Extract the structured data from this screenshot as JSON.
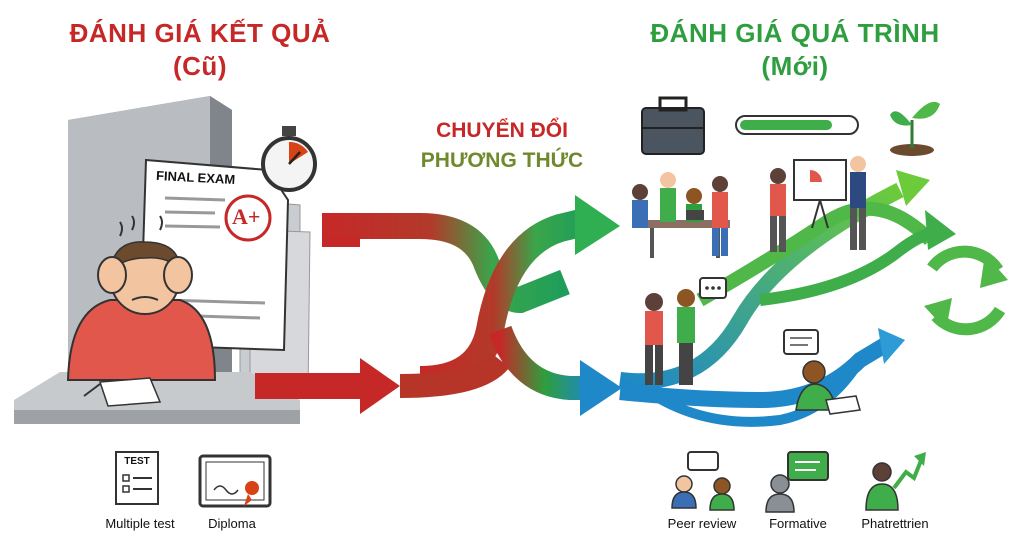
{
  "left_title": {
    "line1": "ĐÁNH GIÁ KẾT QUẢ",
    "line2": "(Cũ)"
  },
  "right_title": {
    "line1": "ĐÁNH GIÁ QUÁ TRÌNH",
    "line2": "(Mới)"
  },
  "center_title": {
    "line1": "CHUYỂN ĐỔI",
    "line2": "PHƯƠNG THỨC"
  },
  "exam_paper": {
    "heading": "FINAL EXAM",
    "grade": "A+"
  },
  "left_icons": [
    {
      "icon": "test-checklist-icon",
      "label": "Multiple test",
      "badge": "TEST"
    },
    {
      "icon": "diploma-icon",
      "label": "Diploma"
    }
  ],
  "right_icons": [
    {
      "icon": "peer-review-icon",
      "label": "Peer review"
    },
    {
      "icon": "formative-icon",
      "label": "Formative"
    },
    {
      "icon": "growth-icon",
      "label": "Phatrettrien"
    }
  ],
  "colors": {
    "old": "#c62828",
    "new": "#2e9e3e",
    "transition": "#1e88c8"
  }
}
